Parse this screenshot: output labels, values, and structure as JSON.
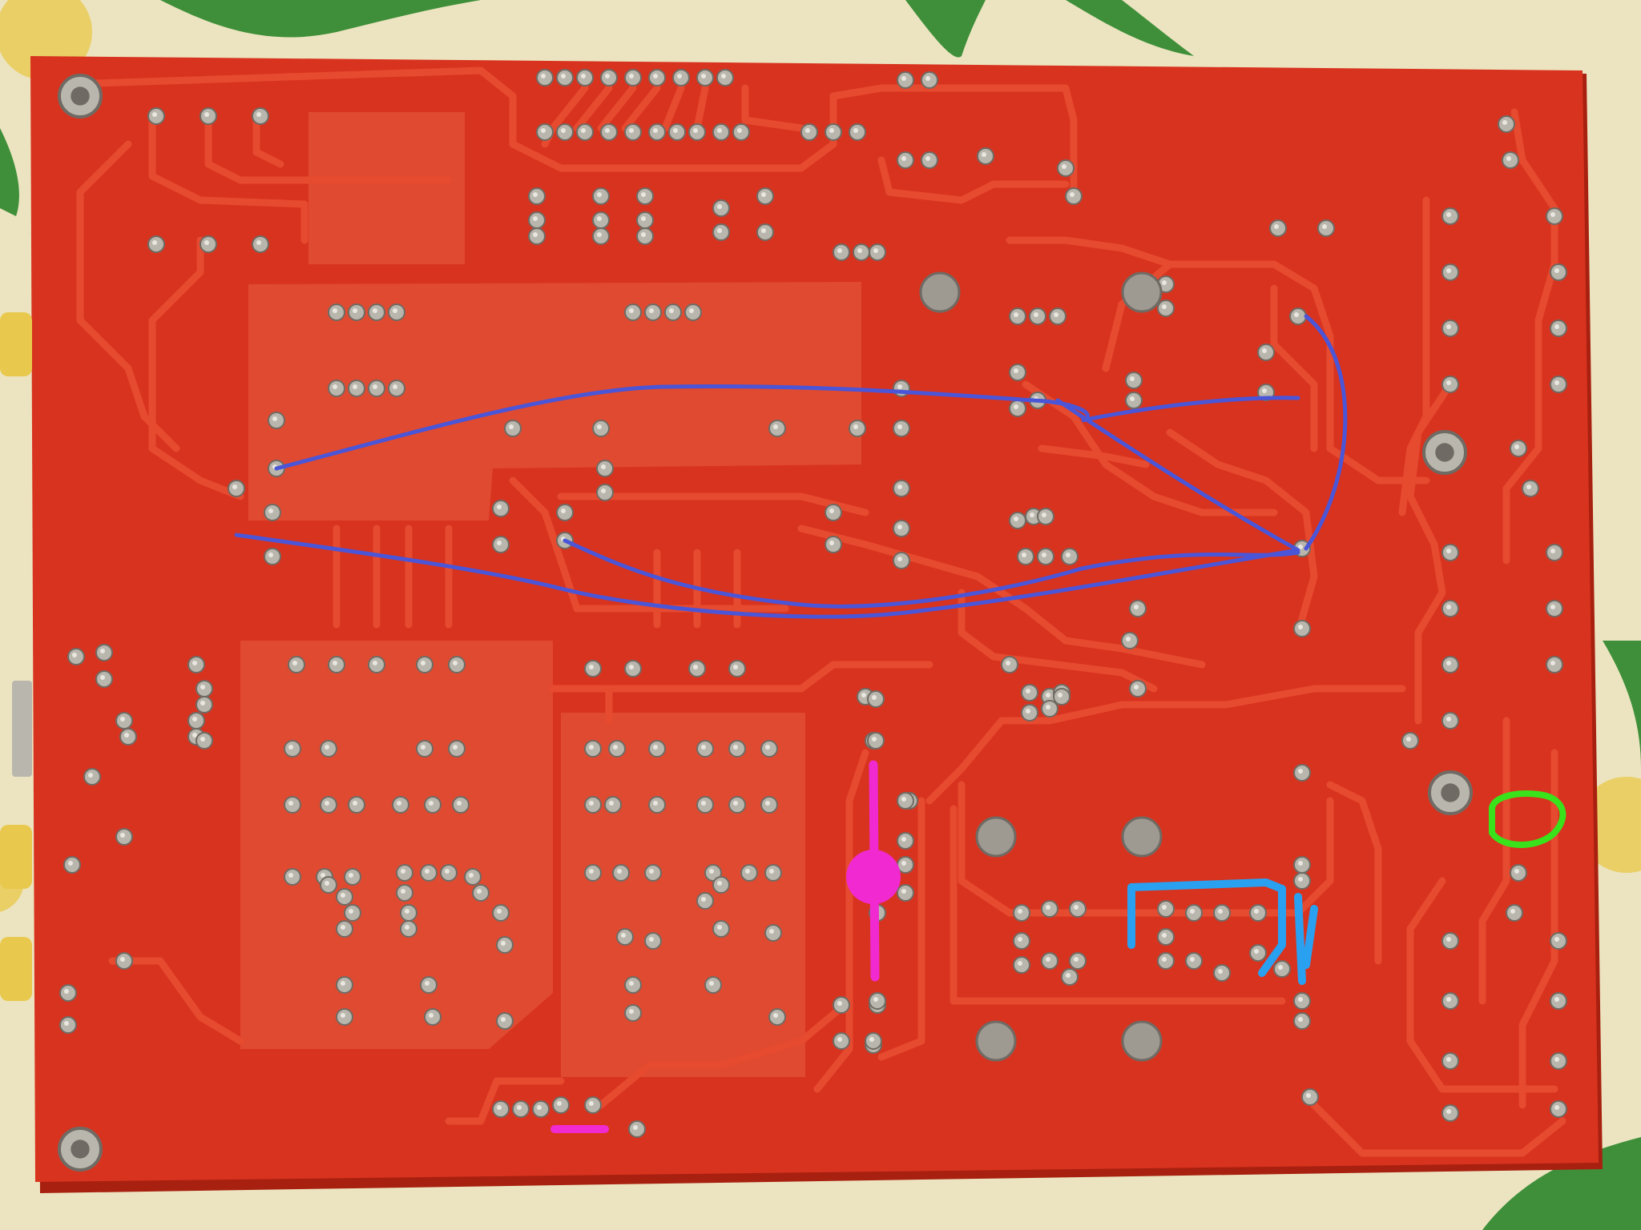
{
  "image": {
    "subject": "pcb-underside",
    "colors": {
      "board": "#d8331f",
      "board_dark": "#a8200f",
      "trace": "#e64a2f",
      "copper_fill": "#e04a30",
      "pad": "#b9b6ad",
      "pad_dark": "#6f6b64",
      "blue_wire": "#4a55d8",
      "tablecloth": "#ece4c0",
      "leaf_green": "#3f8f3a",
      "leaf_yellow": "#e8c94e",
      "highlight_magenta": "#f02ad0",
      "highlight_blue": "#2aa0f0",
      "highlight_green": "#39e21a"
    },
    "annotations": [
      {
        "name": "magenta-mark-vertical",
        "color_key": "highlight_magenta"
      },
      {
        "name": "magenta-mark-small",
        "color_key": "highlight_magenta"
      },
      {
        "name": "blue-mark",
        "color_key": "highlight_blue"
      },
      {
        "name": "green-circle-mark",
        "color_key": "highlight_green"
      }
    ]
  }
}
